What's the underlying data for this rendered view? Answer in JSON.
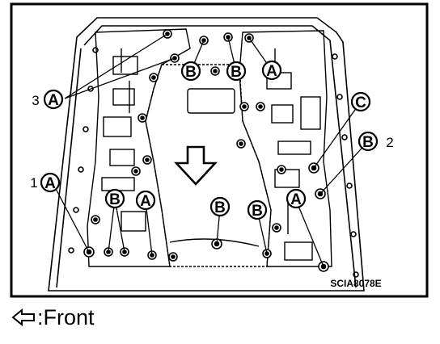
{
  "callouts": [
    {
      "id": "a-top-right",
      "letter": "A"
    },
    {
      "id": "b-top-1",
      "letter": "B"
    },
    {
      "id": "b-top-2",
      "letter": "B"
    },
    {
      "id": "c-right",
      "letter": "C"
    },
    {
      "id": "b-right-2",
      "letter": "B"
    },
    {
      "id": "a-left-3",
      "letter": "A"
    },
    {
      "id": "a-left-1",
      "letter": "A"
    },
    {
      "id": "b-bottom-1",
      "letter": "B"
    },
    {
      "id": "a-bottom-1",
      "letter": "A"
    },
    {
      "id": "b-bottom-2",
      "letter": "B"
    },
    {
      "id": "b-bottom-3",
      "letter": "B"
    },
    {
      "id": "a-bottom-2",
      "letter": "A"
    }
  ],
  "numbers": {
    "n1": "1",
    "n2": "2",
    "n3": "3"
  },
  "figure_code": "SCIA8078E",
  "legend": {
    "symbol": "outline-left-arrow-icon",
    "label": ":Front"
  }
}
